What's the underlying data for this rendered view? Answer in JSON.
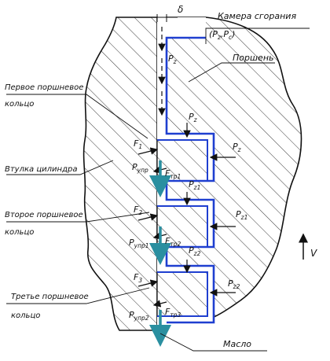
{
  "labels": {
    "delta": "δ",
    "chamber_line1": "Камера сгорания",
    "chamber_line2_pre": "(P",
    "chamber_line2_sub1": "z",
    "chamber_line2_mid": ",P",
    "chamber_line2_sub2": "c",
    "chamber_line2_post": ")",
    "piston": "Поршень",
    "ring1_line1": "Первое поршневое",
    "ring1_line2": "кольцо",
    "liner": "Втулка цилиндра",
    "ring2_line1": "Второе поршневое",
    "ring2_line2": "кольцо",
    "ring3_line1": "Третье поршневое",
    "ring3_line2": "кольцо",
    "oil": "Масло",
    "velocity": "V"
  },
  "symbols": {
    "P": "P",
    "F": "F",
    "Pz_sub": "z",
    "Pz1_sub": "z1",
    "Pz2_sub": "z2",
    "F1_sub": "1",
    "F2_sub": "2",
    "F3_sub": "3",
    "Pupr_sub": "упр",
    "Pupr1_sub": "упр1",
    "Pupr2_sub": "упр2",
    "Ftr1_sub": "тр1",
    "Ftr2_sub": "тр2",
    "Ftr3_sub": "тр3"
  },
  "colors": {
    "profile": "#1f3fd0",
    "friction_arrow": "#2a8fa0",
    "hatch": "#222222",
    "outline": "#111111"
  }
}
